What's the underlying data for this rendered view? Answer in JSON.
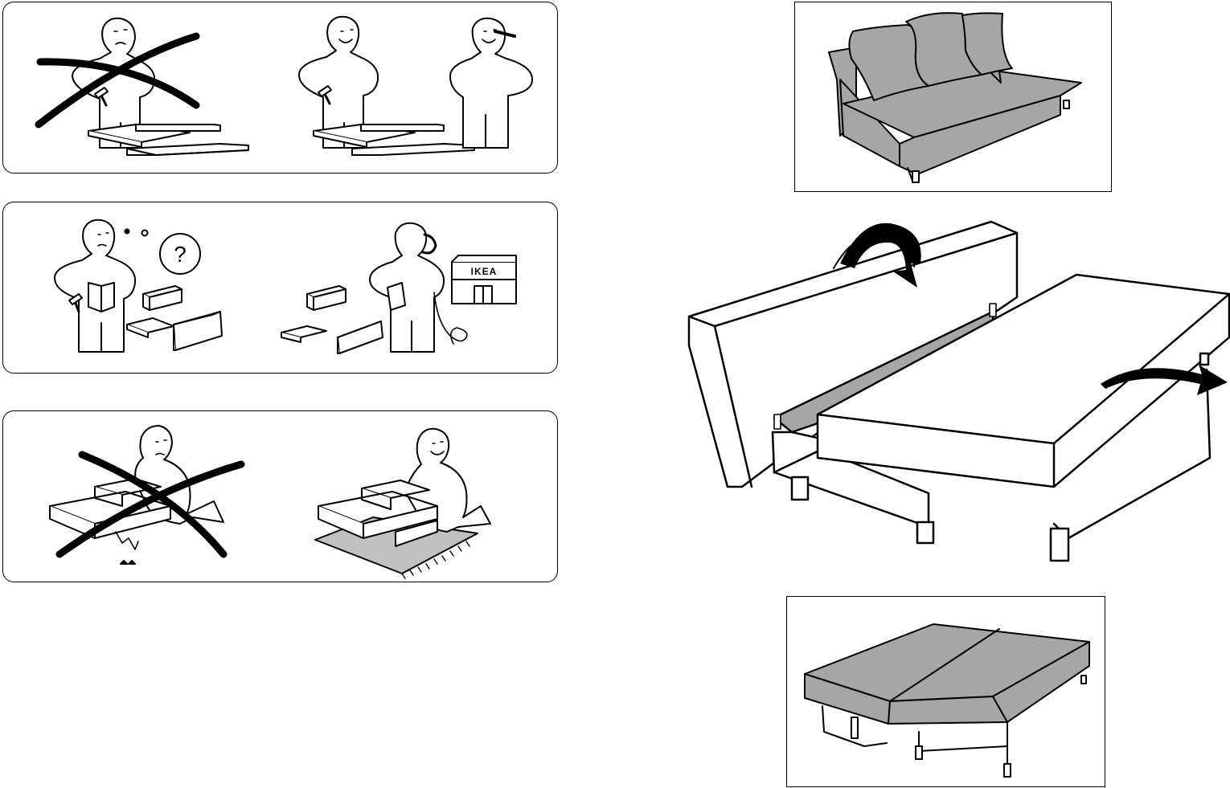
{
  "document": {
    "store_sign": {
      "label": "IKEA"
    },
    "question_bubble": {
      "symbol": "?"
    },
    "panels": [
      {
        "id": "panel-1",
        "figures": [
          "worried-person-with-hammer-crossed-out",
          "smiling-person-with-hammer",
          "smiling-person-with-pencil"
        ]
      },
      {
        "id": "panel-2",
        "figures": [
          "confused-person-with-manual",
          "person-on-phone-with-manual"
        ]
      },
      {
        "id": "panel-3",
        "figures": [
          "person-assembling-on-hard-floor-crossed-out",
          "person-assembling-on-rug"
        ]
      }
    ],
    "right_column": [
      "sofa-closed-with-cushions",
      "sofa-conversion-steps",
      "sofa-open-as-bed"
    ],
    "colors": {
      "line": "#000000",
      "fill_grey": "#a6a6a6",
      "background": "#ffffff"
    }
  }
}
